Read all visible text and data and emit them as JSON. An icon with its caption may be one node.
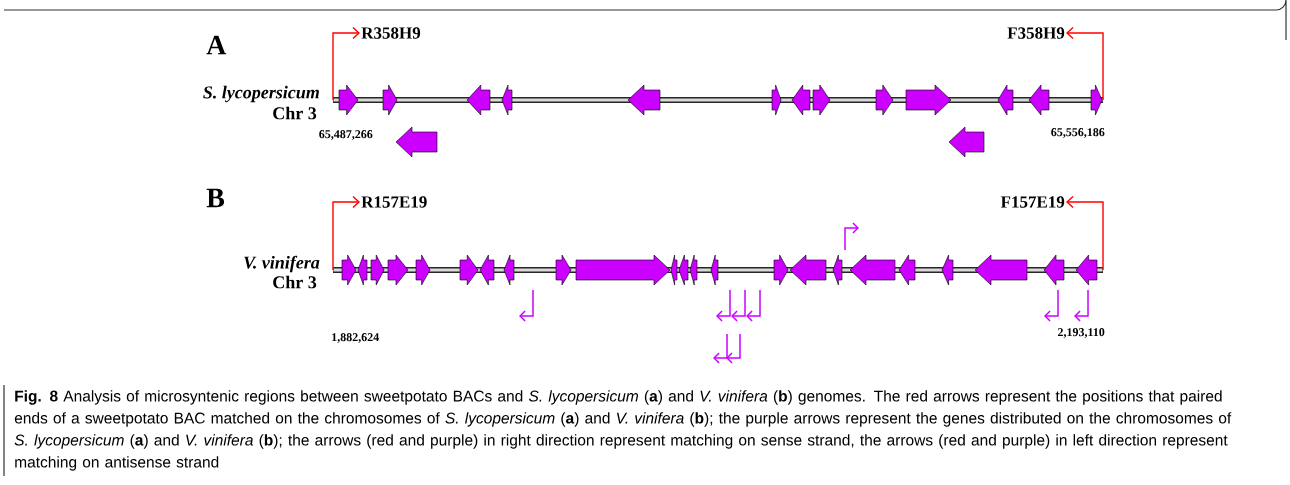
{
  "diagram": {
    "caption": "**Fig. 8** Analysis of microsyntenic regions between sweetpotato BACs and *S. lycopersicum* (**a**) and *V. vinifera* (**b**) genomes. The red arrows represent the positions that paired ends of a sweetpotato BAC matched on the chromosomes of *S. lycopersicum* (**a**) and *V. vinifera* (**b**); the purple arrows represent the genes distributed on the chromosomes of *S. lycopersicum* (**a**) and *V. vinifera* (**b**); the arrows (red and purple) in right direction represent matching on sense strand, the arrows (red and purple) in left direction represent matching on antisense strand",
    "nodes": [
      {
        "text": [
          "R358H9"
        ]
      },
      {
        "text": [
          "F358H9"
        ]
      },
      {
        "text": [
          "R157E19"
        ]
      },
      {
        "text": [
          "F157E19"
        ]
      }
    ],
    "edges": [
      {
        "from": null,
        "to": 0,
        "arrow": "to",
        "color": "#ff0000"
      },
      {
        "from": null,
        "to": 1,
        "arrow": "to",
        "color": "#ff0000"
      },
      {
        "from": null,
        "to": 2,
        "arrow": "to",
        "color": "#ff0000"
      },
      {
        "from": null,
        "to": 3,
        "arrow": "to",
        "color": "#ff0000"
      }
    ],
    "labels": [
      "A",
      "S. lycopersicum",
      "Chr 3",
      "65,487,266",
      "65,556,186",
      "B",
      "V. vinifera",
      "Chr 3",
      "1,882,624",
      "2,193,110"
    ]
  }
}
